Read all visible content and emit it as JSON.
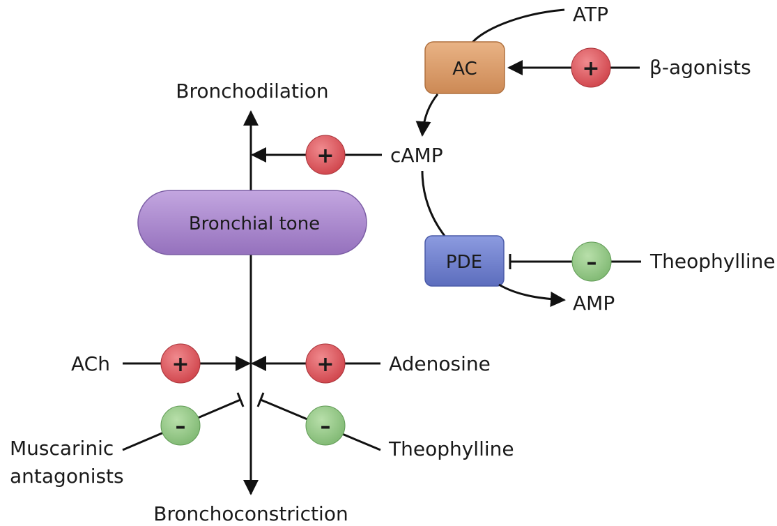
{
  "labels": {
    "bronchodilation": "Bronchodilation",
    "bronchoconstriction": "Bronchoconstriction",
    "bronchial_tone": "Bronchial tone",
    "atp": "ATP",
    "ac": "AC",
    "beta_agonists": "β-agonists",
    "camp": "cAMP",
    "pde": "PDE",
    "theophylline_pde": "Theophylline",
    "amp": "AMP",
    "ach": "ACh",
    "adenosine": "Adenosine",
    "muscarinic_line1": "Muscarinic",
    "muscarinic_line2": "antagonists",
    "theophylline_lower": "Theophylline"
  },
  "signs": {
    "plus": "+",
    "minus": "–"
  },
  "colors": {
    "stimulate": "#d9545a",
    "inhibit": "#8fc483",
    "ac_box": "#d79a6a",
    "pde_box": "#6f80cc",
    "bronchial_tone": "#a684c9"
  }
}
